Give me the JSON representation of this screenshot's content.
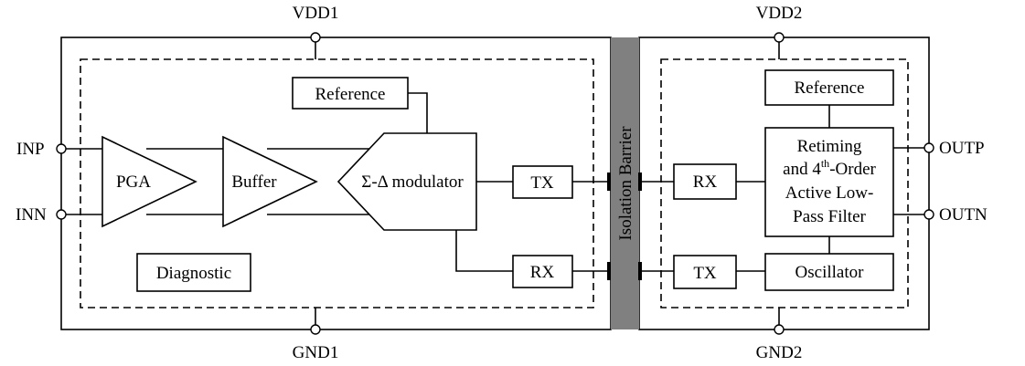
{
  "supplies": {
    "vdd1": "VDD1",
    "vdd2": "VDD2",
    "gnd1": "GND1",
    "gnd2": "GND2"
  },
  "inputs": {
    "inp": "INP",
    "inn": "INN"
  },
  "outputs": {
    "outp": "OUTP",
    "outn": "OUTN"
  },
  "side1": {
    "reference": "Reference",
    "pga": "PGA",
    "buffer": "Buffer",
    "modulator": "Σ-Δ modulator",
    "tx": "TX",
    "rx": "RX",
    "diagnostic": "Diagnostic"
  },
  "barrier": {
    "label": "Isolation Barrier",
    "color": "#808080"
  },
  "side2": {
    "rx": "RX",
    "tx": "TX",
    "reference": "Reference",
    "filter": {
      "line1": "Retiming",
      "line2_pre": "and 4",
      "line2_sup": "th",
      "line2_post": "-Order",
      "line3": "Active Low-",
      "line4": "Pass Filter"
    },
    "oscillator": "Oscillator"
  }
}
